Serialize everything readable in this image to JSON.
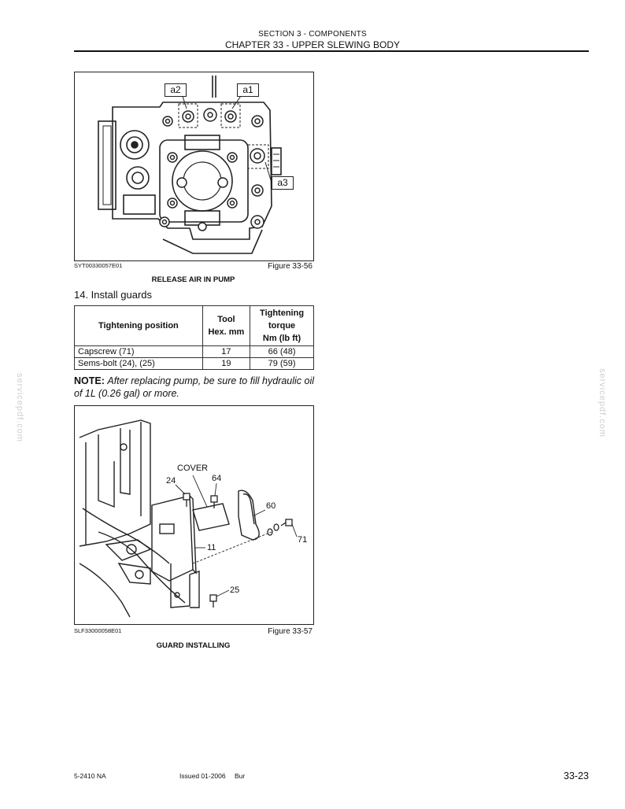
{
  "header": {
    "section": "SECTION 3 - COMPONENTS",
    "chapter": "CHAPTER 33 - UPPER SLEWING BODY"
  },
  "figure1": {
    "code": "SYT00330057E01",
    "number": "Figure 33-56",
    "title": "RELEASE AIR IN PUMP",
    "callouts": [
      "a2",
      "a1",
      "a3"
    ]
  },
  "step": "14. Install guards",
  "table": {
    "headers": [
      "Tightening position",
      "Tool\nHex. mm",
      "Tightening\ntorque\nNm (lb ft)"
    ],
    "rows": [
      [
        "Capscrew (71)",
        "17",
        "66 (48)"
      ],
      [
        "Sems-bolt (24), (25)",
        "19",
        "79 (59)"
      ]
    ]
  },
  "note": {
    "label": "NOTE:",
    "text": "After replacing pump, be sure to fill hydraulic oil of 1L (0.26 gal) or more."
  },
  "figure2": {
    "code": "SLF33000058E01",
    "number": "Figure 33-57",
    "title": "GUARD INSTALLING",
    "labels": [
      "COVER",
      "24",
      "64",
      "60",
      "71",
      "11",
      "25"
    ]
  },
  "watermark": "servicepdf.com",
  "footer": {
    "doc": "5-2410 NA",
    "issued": "Issued 01-2006",
    "lang": "Bur",
    "page": "33-23"
  }
}
